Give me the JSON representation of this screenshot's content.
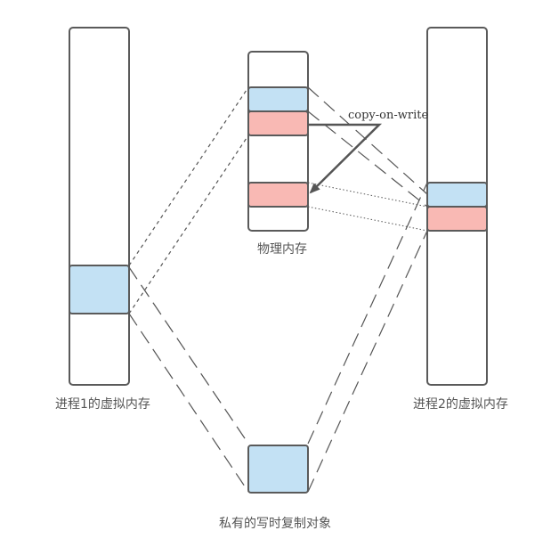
{
  "labels": {
    "process1": "进程1的虚拟内存",
    "process2": "进程2的虚拟内存",
    "physical": "物理内存",
    "private_cow_object": "私有的写时复制对象",
    "copy_on_write": "copy-on-write"
  },
  "colors": {
    "shared_page": "#c3e1f4",
    "copied_page": "#f9b9b4",
    "outline": "#5a5a5a",
    "connector": "#555555"
  }
}
